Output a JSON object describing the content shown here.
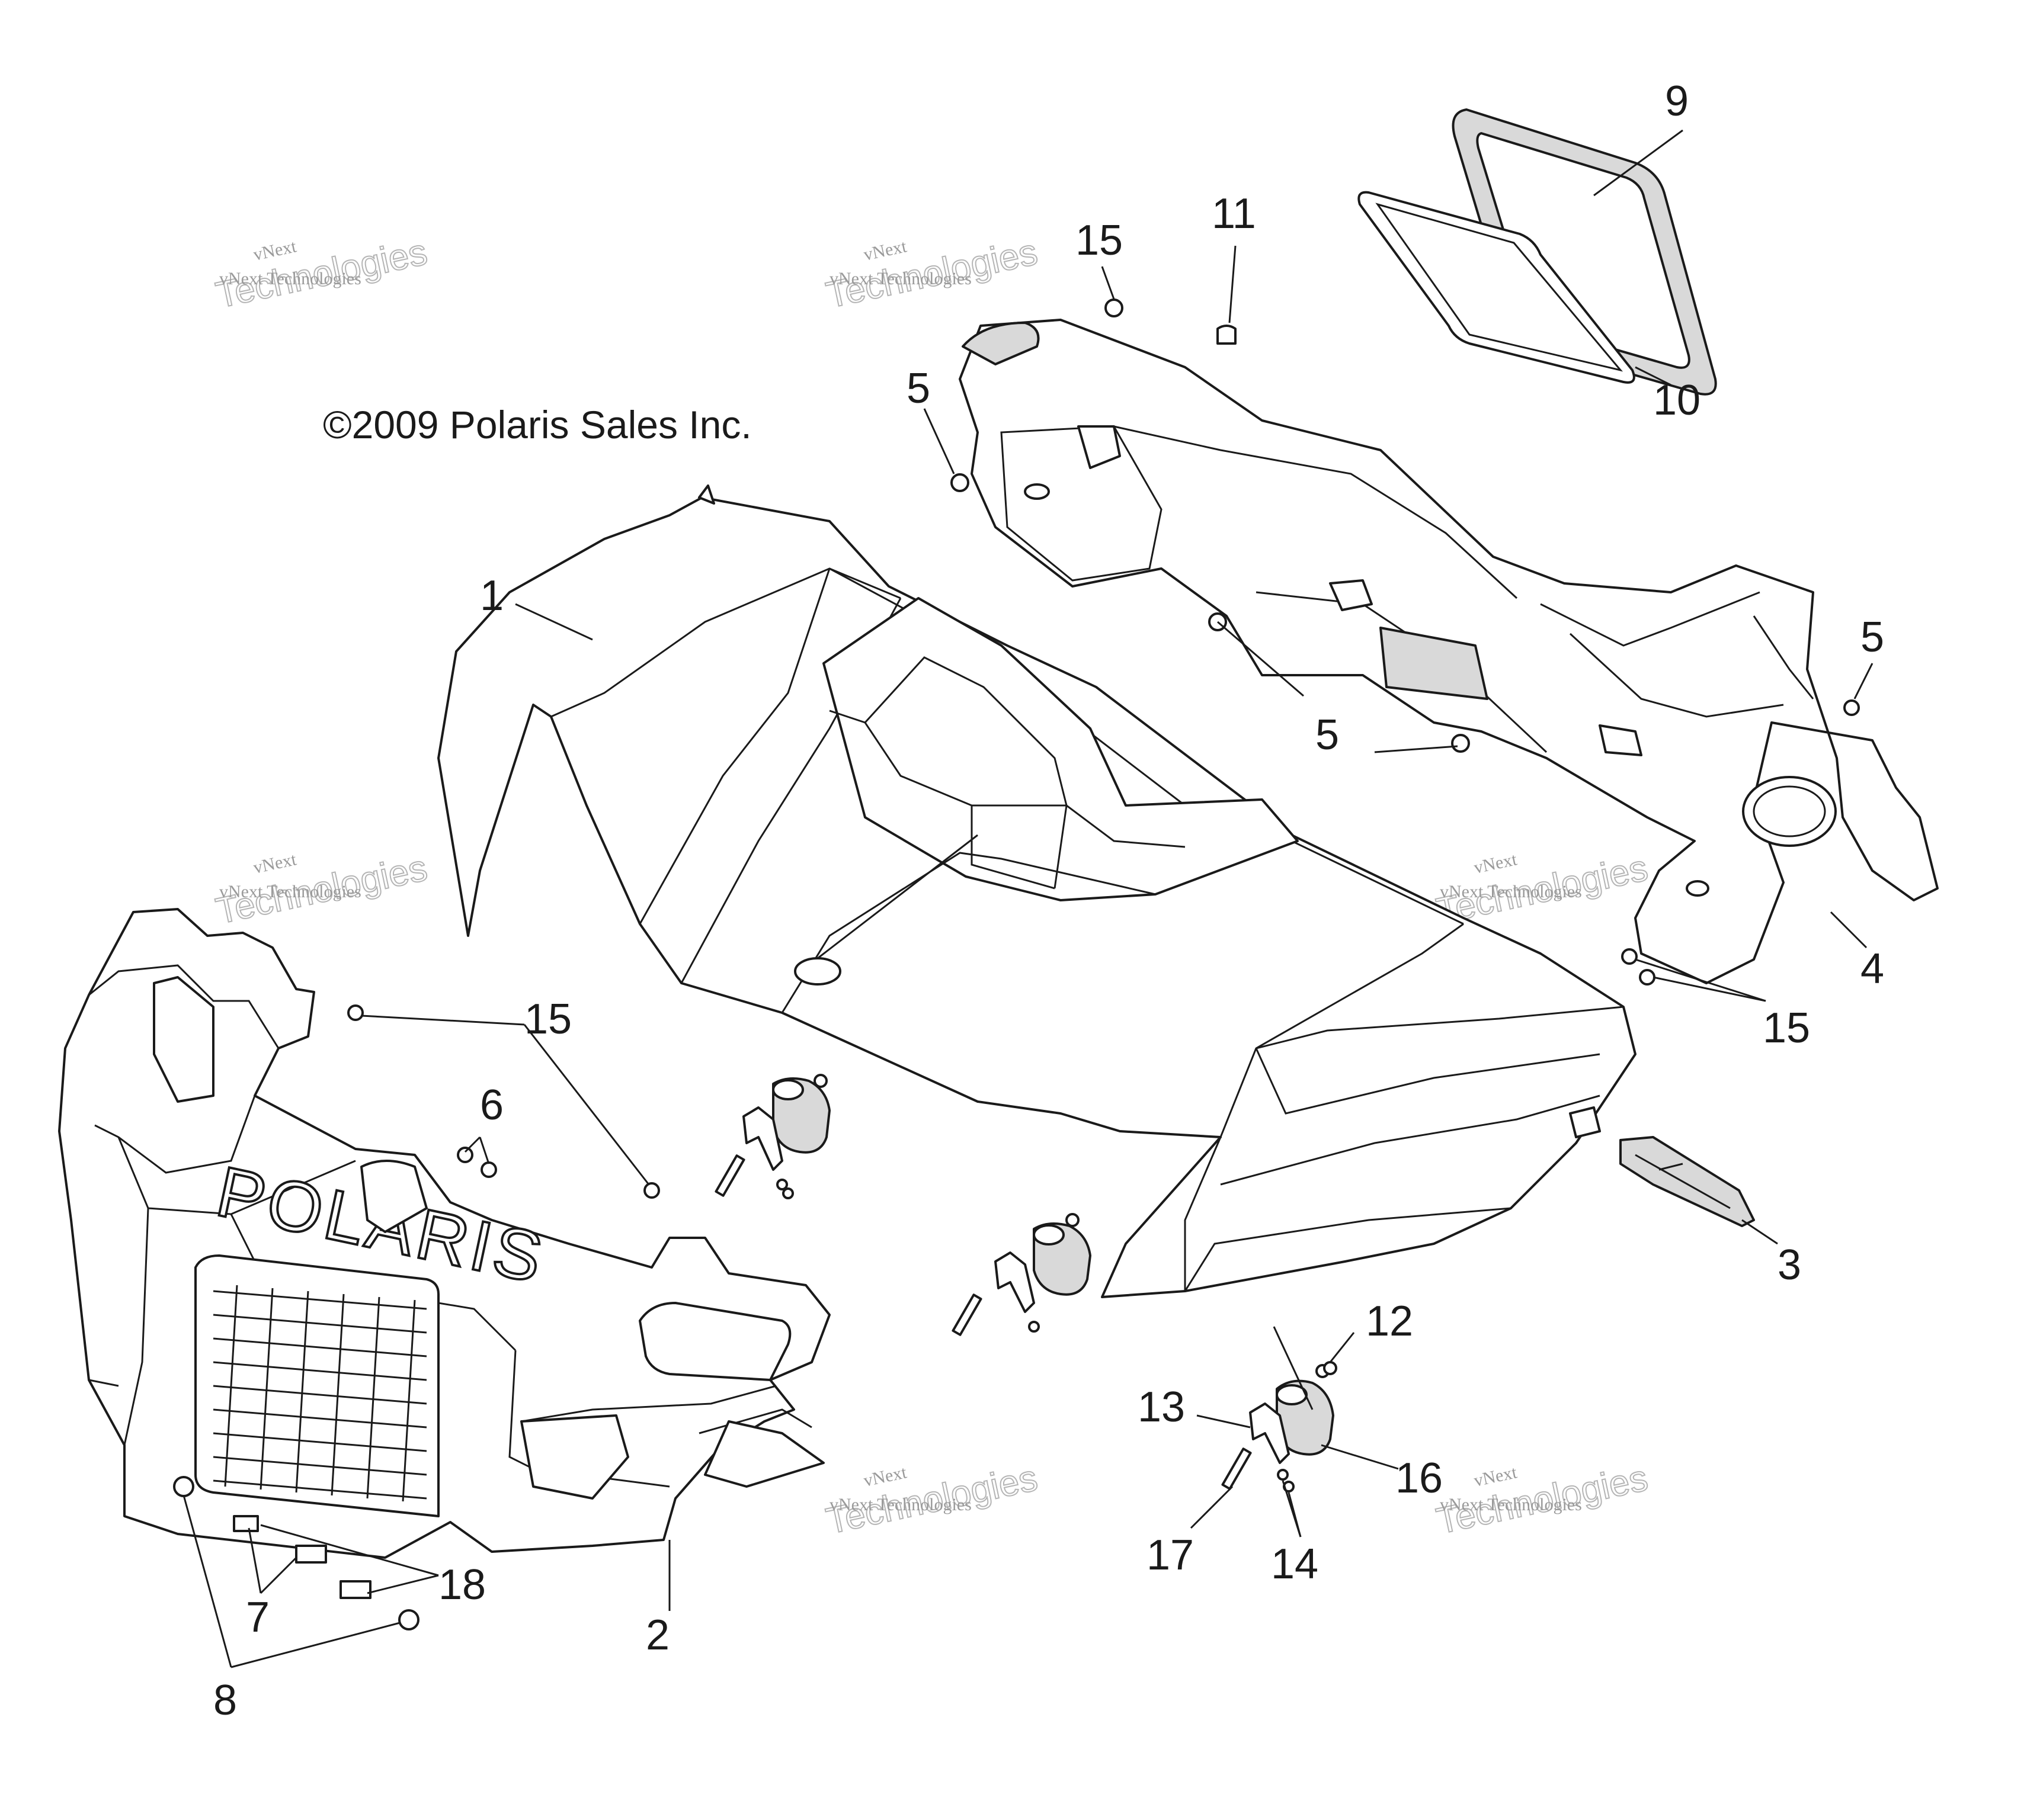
{
  "copyright": "©2009 Polaris Sales Inc.",
  "watermark": {
    "line1": "vNext",
    "line2": "vNext Technologies",
    "line3": "Technologies"
  },
  "callouts": {
    "c1": "1",
    "c2": "2",
    "c3": "3",
    "c4": "4",
    "c5a": "5",
    "c5b": "5",
    "c5c": "5",
    "c6": "6",
    "c7": "7",
    "c8": "8",
    "c9": "9",
    "c10": "10",
    "c11": "11",
    "c12": "12",
    "c13": "13",
    "c14": "14",
    "c15a": "15",
    "c15b": "15",
    "c15c": "15",
    "c16": "16",
    "c17": "17",
    "c18": "18"
  },
  "grille_logo": "POLARIS",
  "colors": {
    "line": "#1a1a1a",
    "watermark": "#b5b5b5"
  }
}
